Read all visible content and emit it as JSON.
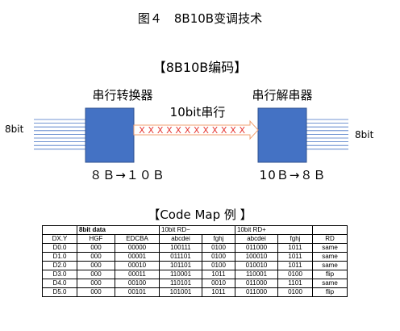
{
  "figure_title": "图４　8B10B变调技术",
  "section_title": "【8B10B编码】",
  "serializer": {
    "label": "串行转换器",
    "caption": "８Ｂ→１０Ｂ"
  },
  "deserializer": {
    "label": "串行解串器",
    "caption": "10Ｂ→８Ｂ"
  },
  "bitstream": {
    "label": "10bit串行",
    "marker": "X",
    "count": 12
  },
  "input_label": "8bit",
  "output_label": "8bit",
  "colors": {
    "box_fill": "#4472c4",
    "box_stroke": "#2f528f",
    "marker": "#e53935",
    "arrow_fill": "#ffffff",
    "arrow_stroke": "#f0a070",
    "lines": "#4472c4"
  },
  "map_title": "【Code Map 例 】",
  "table": {
    "group_headers": [
      "8bit data",
      "10bit RD−",
      "10bit RD+"
    ],
    "columns": [
      "DX.Y",
      "HGF",
      "EDCBA",
      "abcdei",
      "fghj",
      "abcdei",
      "fghj",
      "RD"
    ],
    "rows": [
      [
        "D0.0",
        "000",
        "00000",
        "100111",
        "0100",
        "011000",
        "1011",
        "same"
      ],
      [
        "D1.0",
        "000",
        "00001",
        "011101",
        "0100",
        "100010",
        "1011",
        "same"
      ],
      [
        "D2.0",
        "000",
        "00010",
        "101101",
        "0100",
        "010010",
        "1011",
        "same"
      ],
      [
        "D3.0",
        "000",
        "00011",
        "110001",
        "1011",
        "110001",
        "0100",
        "flip"
      ],
      [
        "D4.0",
        "000",
        "00100",
        "110101",
        "0010",
        "011000",
        "1101",
        "same"
      ],
      [
        "D5.0",
        "000",
        "00101",
        "101001",
        "1011",
        "011000",
        "0100",
        "flip"
      ]
    ]
  }
}
